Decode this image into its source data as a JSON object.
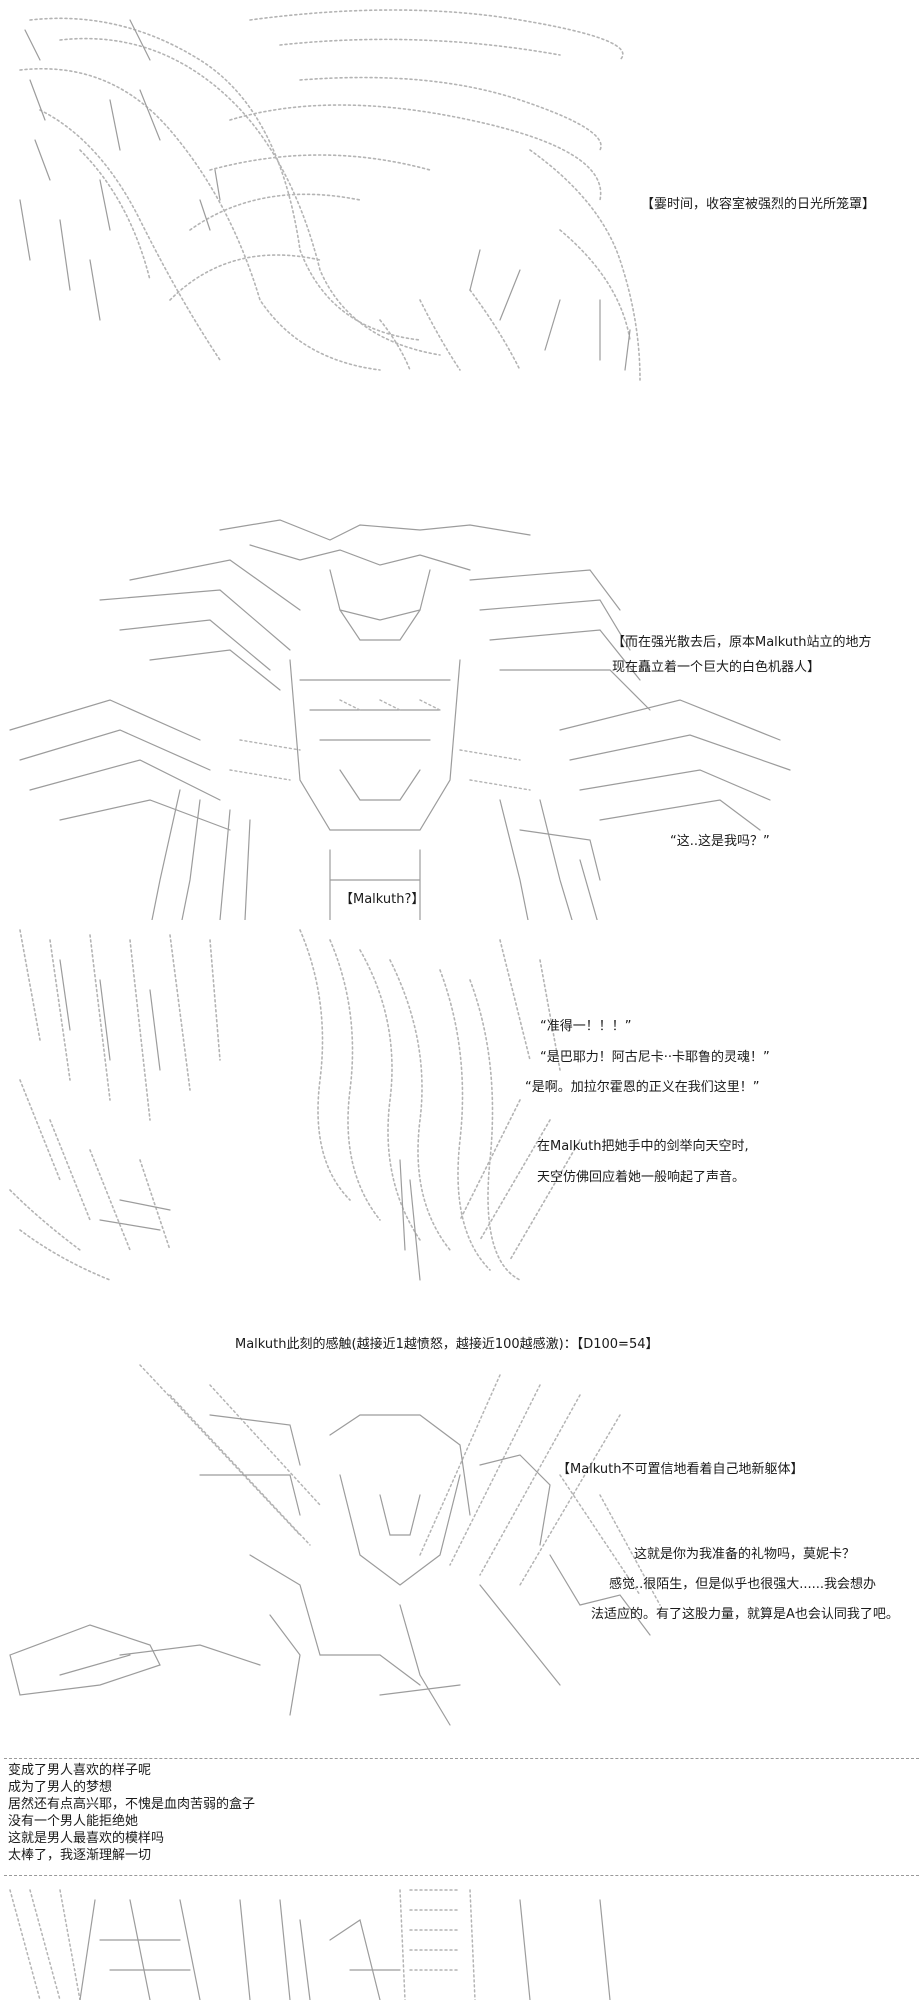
{
  "panels": {
    "panel1": {
      "caption": "【霎时间，收容室被强烈的日光所笼罩】"
    },
    "panel2": {
      "caption_line1": "【而在强光散去后，原本Malkuth站立的地方",
      "caption_line2": "现在矗立着一个巨大的白色机器人】",
      "dialogue": "“这..这是我吗？”",
      "label": "【Malkuth?】"
    },
    "panel3": {
      "dialogue1": "“准得一！！！”",
      "dialogue2": "“是巴耶力！阿古尼卡··卡耶鲁的灵魂！”",
      "dialogue3": "“是啊。加拉尔霍恩的正义在我们这里！”",
      "narration1": "在Malkuth把她手中的剑举向天空时,",
      "narration2": "天空仿佛回应着她一般响起了声音。"
    },
    "panel4": {
      "roll_line": "Malkuth此刻的感触(越接近1越愤怒，越接近100越感激)：【D100=54】",
      "caption": "【Malkuth不可置信地看着自己地新躯体】",
      "dialogue1": "这就是你为我准备的礼物吗，莫妮卡？",
      "dialogue2": "感觉..很陌生，但是似乎也很强大......我会想办",
      "dialogue3": "法适应的。有了这股力量，就算是A也会认同我了吧。"
    }
  },
  "story_lines": [
    "变成了男人喜欢的样子呢",
    "成为了男人的梦想",
    "居然还有点高兴耶，不愧是血肉苦弱的盒子",
    "没有一个男人能拒绝她",
    "这就是男人最喜欢的模样吗",
    "太棒了，我逐渐理解一切"
  ],
  "colors": {
    "art_stroke": "#9c9c9c",
    "text": "#1a1a1a",
    "separator": "#9a9a9a"
  }
}
